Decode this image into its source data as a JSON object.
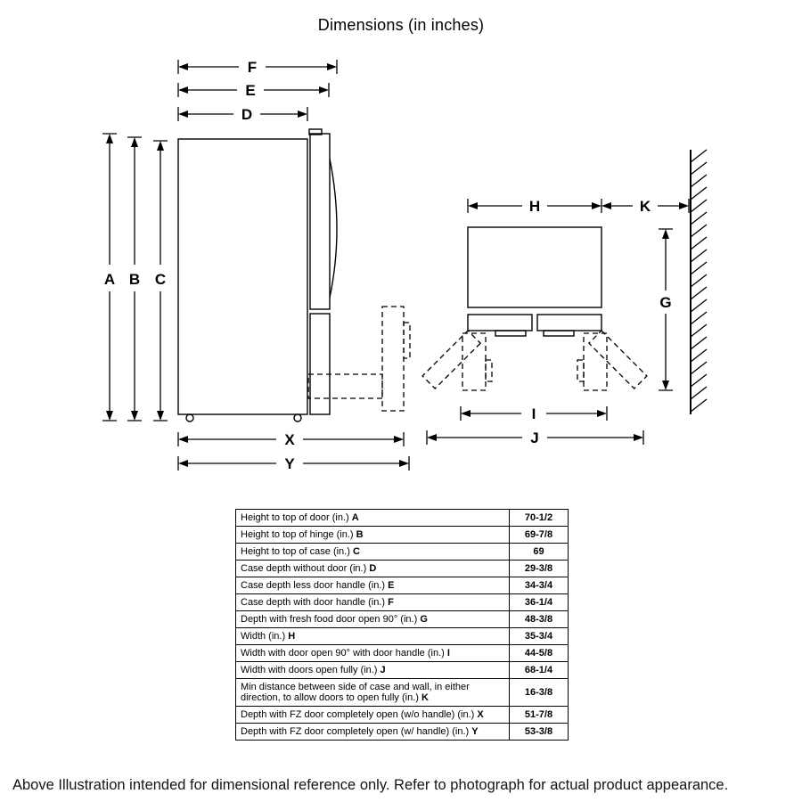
{
  "title": "Dimensions (in inches)",
  "footer": "Above Illustration intended for dimensional reference only. Refer to photograph for actual product appearance.",
  "diagram": {
    "labels": {
      "A": "A",
      "B": "B",
      "C": "C",
      "D": "D",
      "E": "E",
      "F": "F",
      "G": "G",
      "H": "H",
      "I": "I",
      "J": "J",
      "K": "K",
      "X": "X",
      "Y": "Y"
    }
  },
  "table": {
    "rows": [
      {
        "label": "Height to top of door (in.)",
        "letter": "A",
        "value": "70-1/2"
      },
      {
        "label": "Height to top of hinge (in.)",
        "letter": "B",
        "value": "69-7/8"
      },
      {
        "label": "Height to top of case (in.)",
        "letter": "C",
        "value": "69"
      },
      {
        "label": "Case depth without door (in.)",
        "letter": "D",
        "value": "29-3/8"
      },
      {
        "label": "Case depth less door handle (in.)",
        "letter": "E",
        "value": "34-3/4"
      },
      {
        "label": "Case depth with door handle (in.)",
        "letter": "F",
        "value": "36-1/4"
      },
      {
        "label": "Depth with fresh food door open 90° (in.)",
        "letter": "G",
        "value": "48-3/8"
      },
      {
        "label": "Width (in.)",
        "letter": "H",
        "value": "35-3/4"
      },
      {
        "label": "Width with door open 90° with door handle (in.)",
        "letter": "I",
        "value": "44-5/8"
      },
      {
        "label": "Width with doors open fully (in.)",
        "letter": "J",
        "value": "68-1/4"
      },
      {
        "label": "Min distance between side of case and wall, in either direction, to allow doors to open fully (in.)",
        "letter": "K",
        "value": "16-3/8"
      },
      {
        "label": "Depth with FZ door completely open (w/o handle) (in.)",
        "letter": "X",
        "value": "51-7/8"
      },
      {
        "label": "Depth with FZ door completely open (w/ handle) (in.)",
        "letter": "Y",
        "value": "53-3/8"
      }
    ]
  }
}
